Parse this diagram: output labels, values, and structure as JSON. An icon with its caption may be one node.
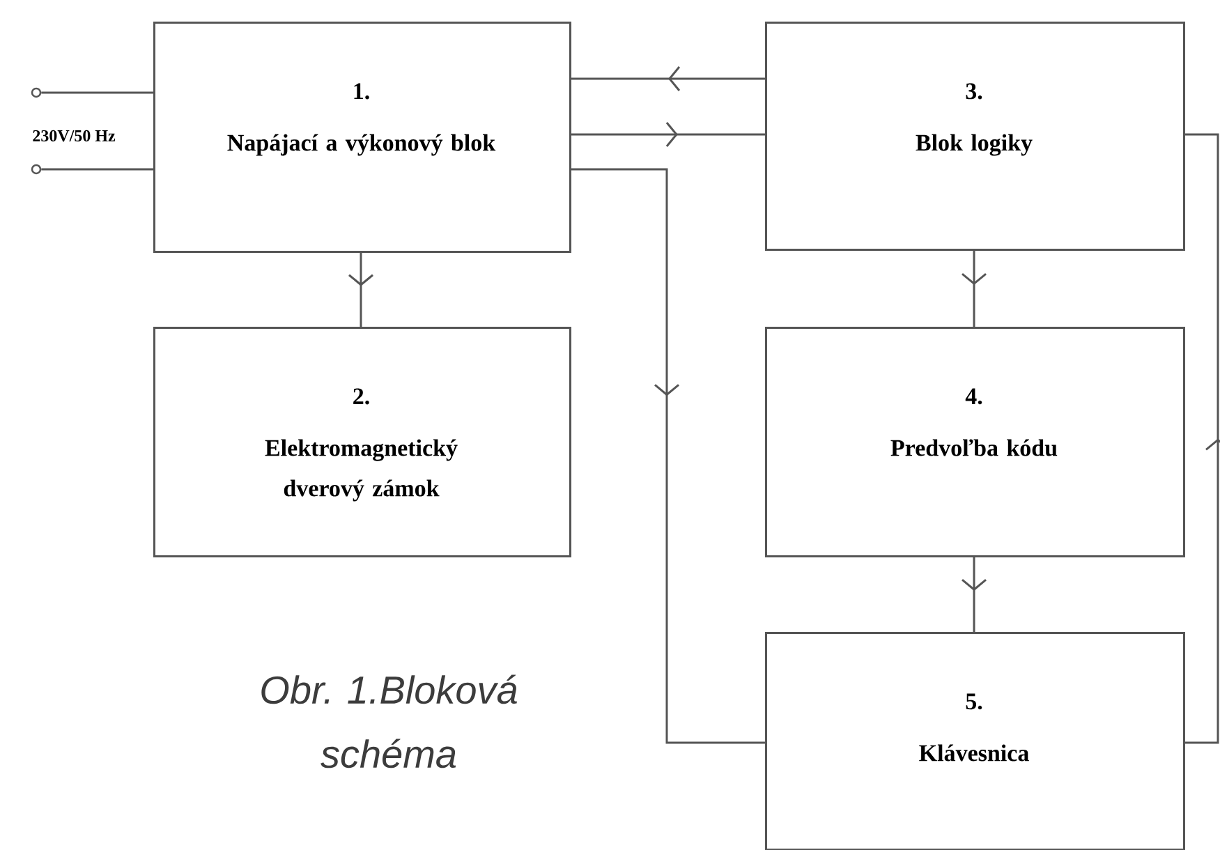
{
  "diagram": {
    "caption": "Obr. 1.Bloková schéma",
    "nodes": [
      {
        "text": [
          "1.",
          "Napájací a výkonový blok"
        ]
      },
      {
        "text": [
          "2.",
          "Elektromagnetický dverový zámok"
        ]
      },
      {
        "text": [
          "3.",
          "Blok logiky"
        ]
      },
      {
        "text": [
          "4.",
          "Predvoľba kódu"
        ]
      },
      {
        "text": [
          "5.",
          "Klávesnica"
        ]
      },
      {
        "text": [],
        "shape": "circle"
      },
      {
        "text": [],
        "shape": "circle"
      }
    ],
    "edges": [
      {
        "from": 2,
        "to": 0,
        "arrow": "to"
      },
      {
        "from": 0,
        "to": 2,
        "arrow": "to"
      },
      {
        "from": 0,
        "to": 4,
        "arrow": "to"
      },
      {
        "from": 0,
        "to": 1,
        "arrow": "to"
      },
      {
        "from": 2,
        "to": 3,
        "arrow": "to"
      },
      {
        "from": 3,
        "to": 4,
        "arrow": "to"
      },
      {
        "from": 4,
        "to": 2,
        "arrow": "to"
      },
      {
        "from": 5,
        "to": 0,
        "arrow": "none"
      },
      {
        "from": 6,
        "to": 0,
        "arrow": "none"
      }
    ],
    "labels": [
      "230V/50 Hz"
    ]
  }
}
